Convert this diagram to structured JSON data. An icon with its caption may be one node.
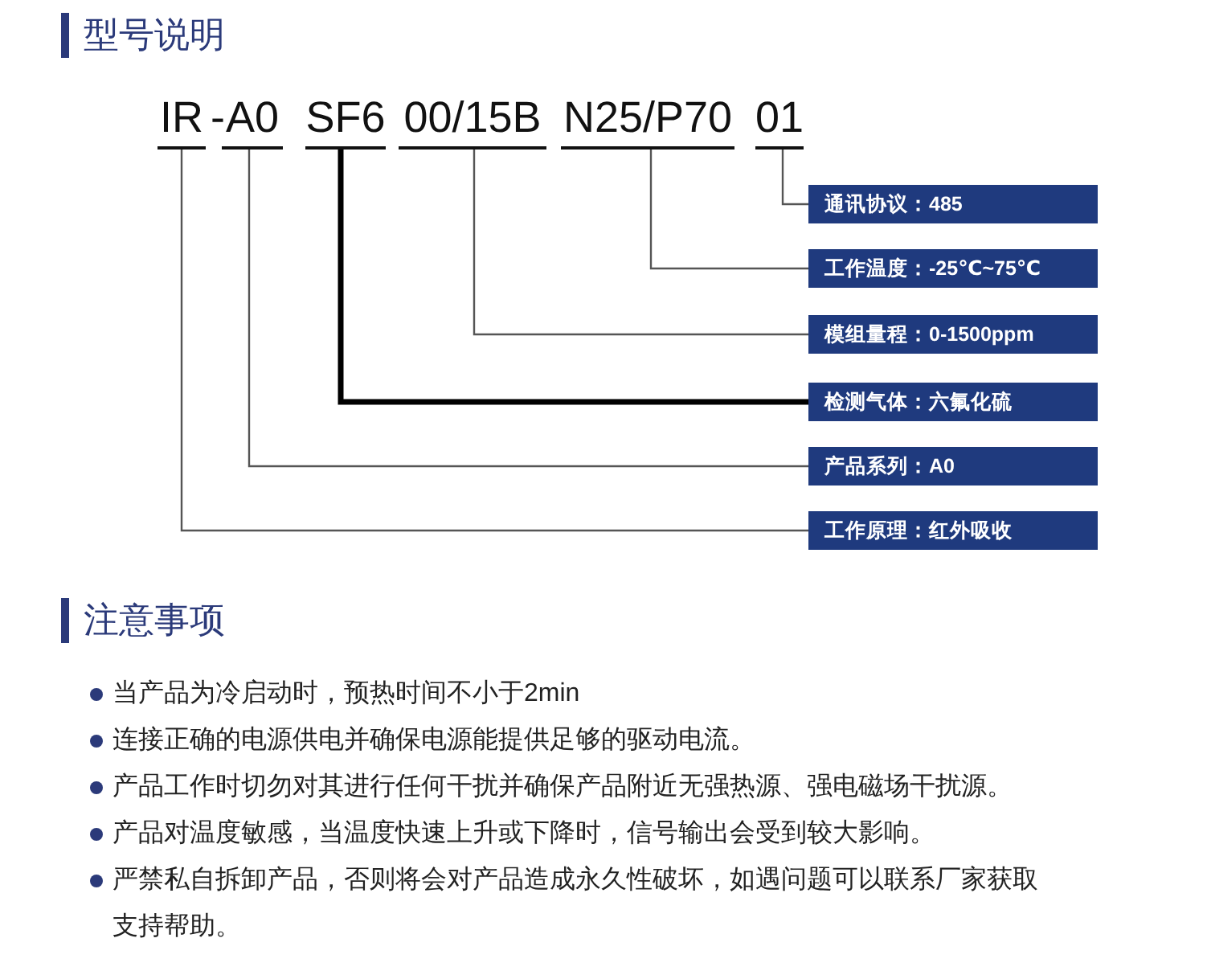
{
  "diagram": {
    "nodes": [
      {
        "text": [
          "IR"
        ]
      },
      {
        "text": [
          "A0"
        ]
      },
      {
        "text": [
          "SF6"
        ]
      },
      {
        "text": [
          "00/15B"
        ]
      },
      {
        "text": [
          "N25/P70"
        ]
      },
      {
        "text": [
          "01"
        ]
      },
      {
        "text": [
          "通讯协议：485"
        ]
      },
      {
        "text": [
          "工作温度：-25℃~75℃"
        ]
      },
      {
        "text": [
          "模组量程：0-1500ppm"
        ]
      },
      {
        "text": [
          "检测气体：六氟化硫"
        ]
      },
      {
        "text": [
          "产品系列：A0"
        ]
      },
      {
        "text": [
          "工作原理：红外吸收"
        ]
      }
    ],
    "edges": [
      {
        "from": 5,
        "to": 6,
        "arrow": "none"
      },
      {
        "from": 4,
        "to": 7,
        "arrow": "none"
      },
      {
        "from": 3,
        "to": 8,
        "arrow": "none"
      },
      {
        "from": 2,
        "to": 9,
        "arrow": "none",
        "style": "thick"
      },
      {
        "from": 1,
        "to": 10,
        "arrow": "none"
      },
      {
        "from": 0,
        "to": 11,
        "arrow": "none"
      }
    ],
    "labels": [
      "型号说明",
      "-",
      "注意事项",
      "当产品为冷启动时，预热时间不小于2min",
      "连接正确的电源供电并确保电源能提供足够的驱动电流。",
      "产品工作时切勿对其进行任何干扰并确保产品附近无强热源、强电磁场干扰源。",
      "产品对温度敏感，当温度快速上升或下降时，信号输出会受到较大影响。",
      "严禁私自拆卸产品，否则将会对产品造成永久性破坏，如遇问题可以联系厂家获取支持帮助。"
    ]
  }
}
